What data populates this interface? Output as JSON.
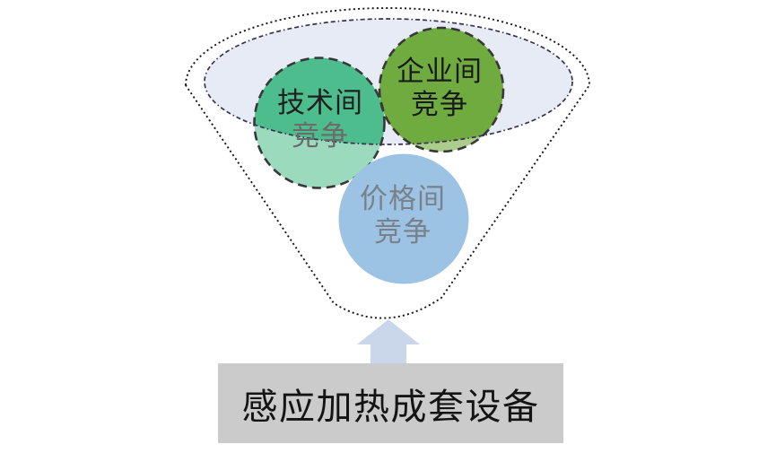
{
  "funnel": {
    "outline_color": "#141414",
    "opening": {
      "fill": "#E6EBF5",
      "stroke": "#3A3053"
    },
    "bubbles": [
      {
        "name": "technology-competition",
        "label_line1": "技术间",
        "label_line2": "竞争",
        "fill_inside_opening": "#4EBD8D",
        "fill_below_opening": "#9CDABD",
        "border": "#383838",
        "line1_color": "#1F1F1F",
        "line2_color": "#6B6B6B"
      },
      {
        "name": "enterprise-competition",
        "label_line1": "企业间",
        "label_line2": "竞争",
        "fill_inside_opening": "#6FAB3F",
        "fill_below_opening": "#AACD8C",
        "border": "#383838",
        "line1_color": "#1A1A1A",
        "line2_color": "#1A1A1A"
      },
      {
        "name": "price-competition",
        "label_line1": "价格间",
        "label_line2": "竞争",
        "fill": "#9DC3E4",
        "line1_color": "#79818A",
        "line2_color": "#79818A"
      }
    ]
  },
  "arrow": {
    "direction": "up",
    "fill": "#CAD7EB"
  },
  "base": {
    "label": "感应加热成套设备",
    "fill": "#CBCBCB",
    "text_color": "#141414"
  }
}
